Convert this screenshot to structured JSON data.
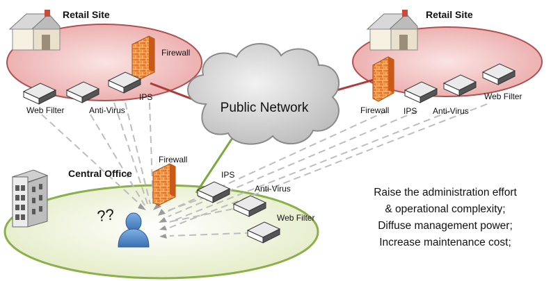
{
  "sites": {
    "left_title": "Retail Site",
    "right_title": "Retail Site",
    "central_title": "Central Office"
  },
  "cloud": {
    "label": "Public Network"
  },
  "left_devices": {
    "firewall": "Firewall",
    "web_filter": "Web Filter",
    "anti_virus": "Anti-Virus",
    "ips": "IPS"
  },
  "right_devices": {
    "firewall": "Firewall",
    "ips": "IPS",
    "anti_virus": "Anti-Virus",
    "web_filter": "Web Filter"
  },
  "central_devices": {
    "firewall": "Firewall",
    "ips": "IPS",
    "anti_virus": "Anti-Virus",
    "web_filter": "Web Filter"
  },
  "user": {
    "question": "??"
  },
  "note": {
    "line1": "Raise the administration effort",
    "line2": "& operational complexity;",
    "line3": "Diffuse management power;",
    "line4": "Increase maintenance cost;"
  },
  "colors": {
    "retail_fill": "#f0c2c2",
    "retail_stroke": "#b05050",
    "central_fill": "#eef3d8",
    "central_stroke": "#8ab04a",
    "firewall": "#f08a2a",
    "cloud": "#d4d4d4",
    "link_red": "#b03a3a",
    "link_green": "#7aa83a",
    "dashed": "#bdbdbd",
    "user": "#4f86c6"
  }
}
